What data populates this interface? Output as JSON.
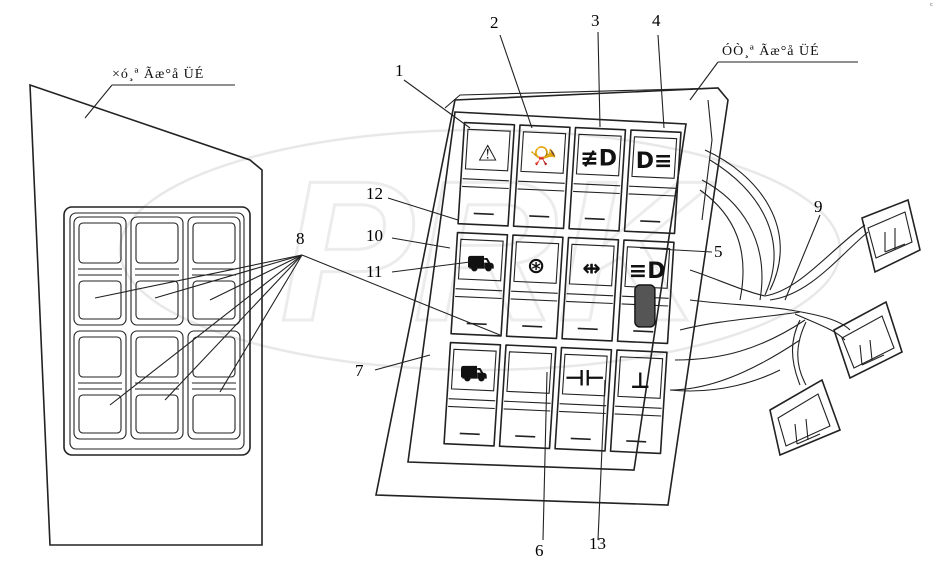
{
  "header_left": "×ó¸ª Ãæ°å ÜÉ",
  "header_right": "ÓÒ¸ª Ãæ°å ÜÉ",
  "corner_mark": "c",
  "watermark": "PRK",
  "callouts": [
    "1",
    "2",
    "3",
    "4",
    "5",
    "6",
    "7",
    "8",
    "9",
    "10",
    "11",
    "12",
    "13"
  ],
  "icons": {
    "r1": [
      "hazard-icon",
      "horn-icon",
      "front-fog-light-icon",
      "rear-fog-light-icon"
    ],
    "r2": [
      "lift-tailgate-icon",
      "diff-lock-icon",
      "axle-lock-icon",
      "work-light-icon"
    ],
    "r3": [
      "pto-icon",
      "blank",
      "axle-lock-single-icon",
      "inter-axle-lock-icon"
    ]
  }
}
